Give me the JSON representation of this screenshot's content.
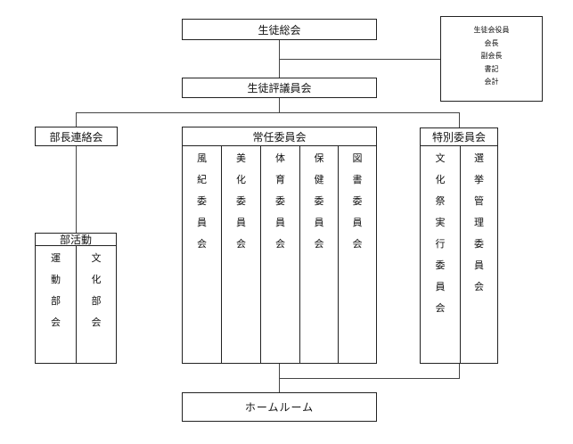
{
  "general_assembly": {
    "label": "生徒総会"
  },
  "officers": {
    "title": "生徒会役員",
    "roles": [
      "会長",
      "副会長",
      "書記",
      "会計"
    ]
  },
  "student_council": {
    "label": "生徒評議員会"
  },
  "club_leaders": {
    "label": "部長連絡会"
  },
  "club_activities": {
    "label": "部活動",
    "columns": [
      {
        "name": "athletic",
        "text": "運動部会"
      },
      {
        "name": "cultural",
        "text": "文化部会"
      }
    ]
  },
  "standing_committee": {
    "label": "常任委員会",
    "columns": [
      {
        "name": "discipline",
        "text": "風紀委員会"
      },
      {
        "name": "beautification",
        "text": "美化委員会"
      },
      {
        "name": "sports",
        "text": "体育委員会"
      },
      {
        "name": "health",
        "text": "保健委員会"
      },
      {
        "name": "library",
        "text": "図書委員会"
      }
    ]
  },
  "special_committee": {
    "label": "特別委員会",
    "columns": [
      {
        "name": "festival",
        "text": "文化祭実行委員会"
      },
      {
        "name": "election",
        "text": "選挙管理委員会"
      }
    ]
  },
  "homeroom": {
    "label": "ホームルーム"
  }
}
